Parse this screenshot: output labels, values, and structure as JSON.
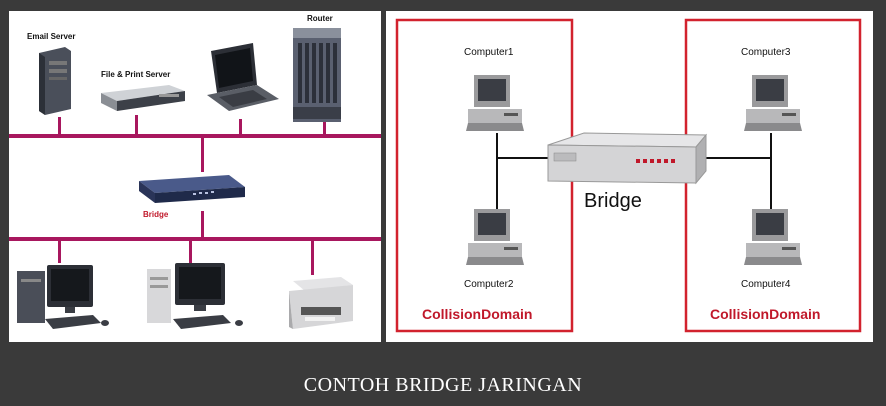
{
  "left_diagram": {
    "labels": {
      "email_server": "Email Server",
      "file_print_server": "File & Print Server",
      "router": "Router",
      "bridge": "Bridge"
    },
    "colors": {
      "bus": "#a8175e"
    }
  },
  "right_diagram": {
    "computers": [
      "Computer1",
      "Computer2",
      "Computer3",
      "Computer4"
    ],
    "bridge_label": "Bridge",
    "collision_domains": [
      "CollisionDomain",
      "CollisionDomain"
    ],
    "colors": {
      "domain_border": "#d2222e",
      "domain_text": "#c0182a"
    }
  },
  "caption": "CONTOH BRIDGE JARINGAN"
}
